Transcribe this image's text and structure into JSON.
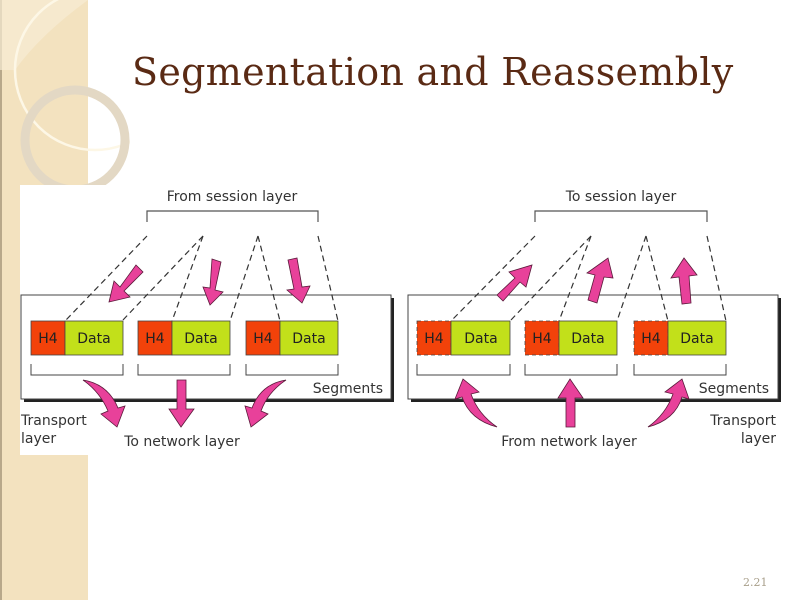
{
  "slide": {
    "title": "Segmentation and Reassembly",
    "page_number": "2.21"
  },
  "colors": {
    "header": "#f2420a",
    "data": "#c2e01a",
    "arrow": "#e8419a",
    "title": "#5a2a14",
    "background_strip": "#f3e2bf"
  },
  "segmentation": {
    "top_label": "From session layer",
    "bottom_label": "To network layer",
    "segments_label": "Segments",
    "layer_label_line1": "Transport",
    "layer_label_line2": "layer",
    "segments": [
      {
        "header": "H4",
        "data": "Data"
      },
      {
        "header": "H4",
        "data": "Data"
      },
      {
        "header": "H4",
        "data": "Data"
      }
    ]
  },
  "reassembly": {
    "top_label": "To session layer",
    "bottom_label": "From network layer",
    "segments_label": "Segments",
    "layer_label_line1": "Transport",
    "layer_label_line2": "layer",
    "segments": [
      {
        "header": "H4",
        "data": "Data"
      },
      {
        "header": "H4",
        "data": "Data"
      },
      {
        "header": "H4",
        "data": "Data"
      }
    ]
  }
}
